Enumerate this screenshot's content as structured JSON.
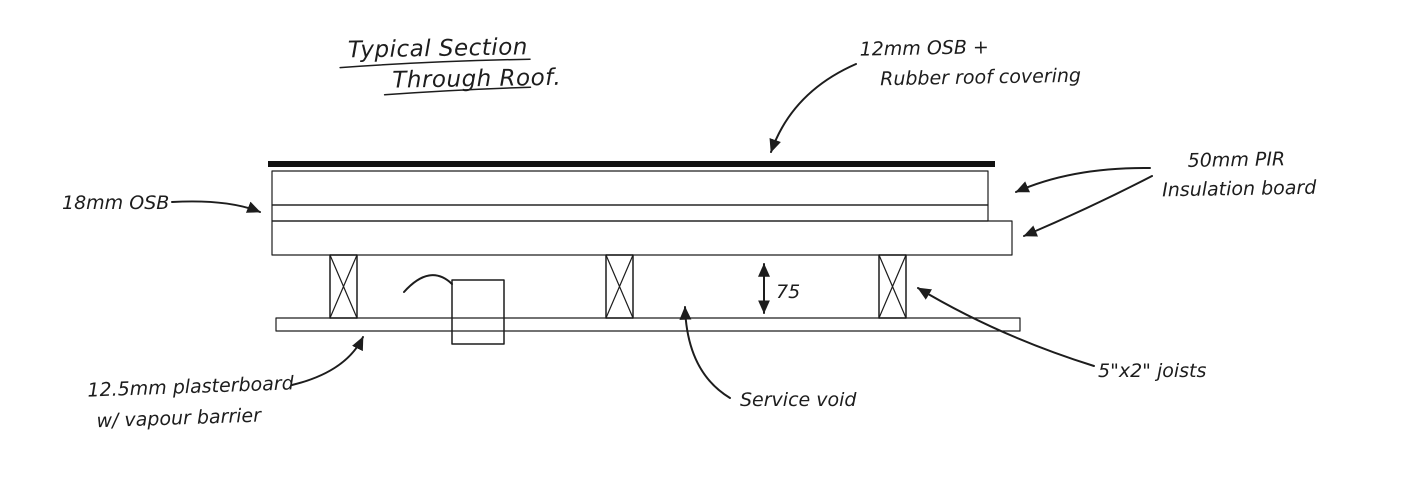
{
  "title": {
    "line1": "Typical Section",
    "line2": "Through Roof."
  },
  "annotations": {
    "roof_covering": {
      "line1": "12mm OSB +",
      "line2": "Rubber roof covering"
    },
    "pir_insulation": {
      "line1": "50mm PIR",
      "line2": "Insulation board"
    },
    "osb_deck": {
      "label": "18mm OSB"
    },
    "plasterboard": {
      "line1": "12.5mm plasterboard",
      "line2": "w/ vapour barrier"
    },
    "service_void": {
      "label": "Service void"
    },
    "joists": {
      "label": "5\"x2\" joists"
    },
    "void_dimension": {
      "value": "75"
    }
  },
  "colors": {
    "ink": "#1d1d1d",
    "insulation_fill": "#f6eeb9",
    "insulation_hatch": "#a3953f",
    "joist_fill": "#dec1a4",
    "plasterboard_fill": "#d2d4d6",
    "membrane": "#111111"
  }
}
